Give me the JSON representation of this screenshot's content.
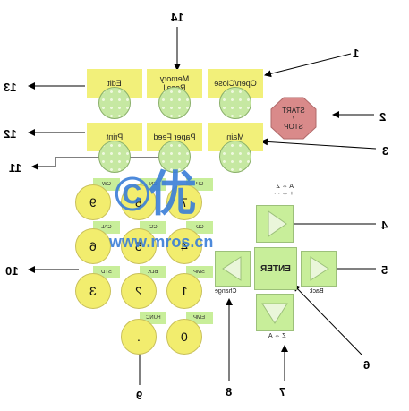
{
  "function_keys": {
    "open_close": "Open/Close",
    "memory_recall": "Memory\nRecall",
    "edit": "Edit",
    "main": "Main",
    "paper_feed": "Paper Feed",
    "print": "Print"
  },
  "start_stop": "START\n/\nSTOP",
  "keypad": {
    "keys": [
      "9",
      "8",
      "7",
      "6",
      "5",
      "4",
      "3",
      "2",
      "1",
      "0",
      "."
    ],
    "tags": [
      "CW",
      "CN",
      "CP",
      "CAL",
      "CC",
      "CD",
      "STD",
      "BLK",
      "SMP",
      "EMP",
      "FUNC"
    ]
  },
  "nav": {
    "enter": "ENTER",
    "top_label": "A ⇔ Z\n+ ⇔ ···",
    "bottom_label": "Z ⇔ A",
    "left_label": "Change",
    "right_label": "Back"
  },
  "callouts": [
    "1",
    "2",
    "3",
    "4",
    "5",
    "6",
    "7",
    "8",
    "9",
    "10",
    "11",
    "12",
    "13",
    "14"
  ],
  "watermark": {
    "text": "www.mros.cn",
    "logo_text": "©优"
  },
  "colors": {
    "key_yellow": "#f2f07a",
    "key_green": "#c8ee9a",
    "stop_red": "#d98a8a",
    "watermark_blue": "#3a7ed8"
  }
}
